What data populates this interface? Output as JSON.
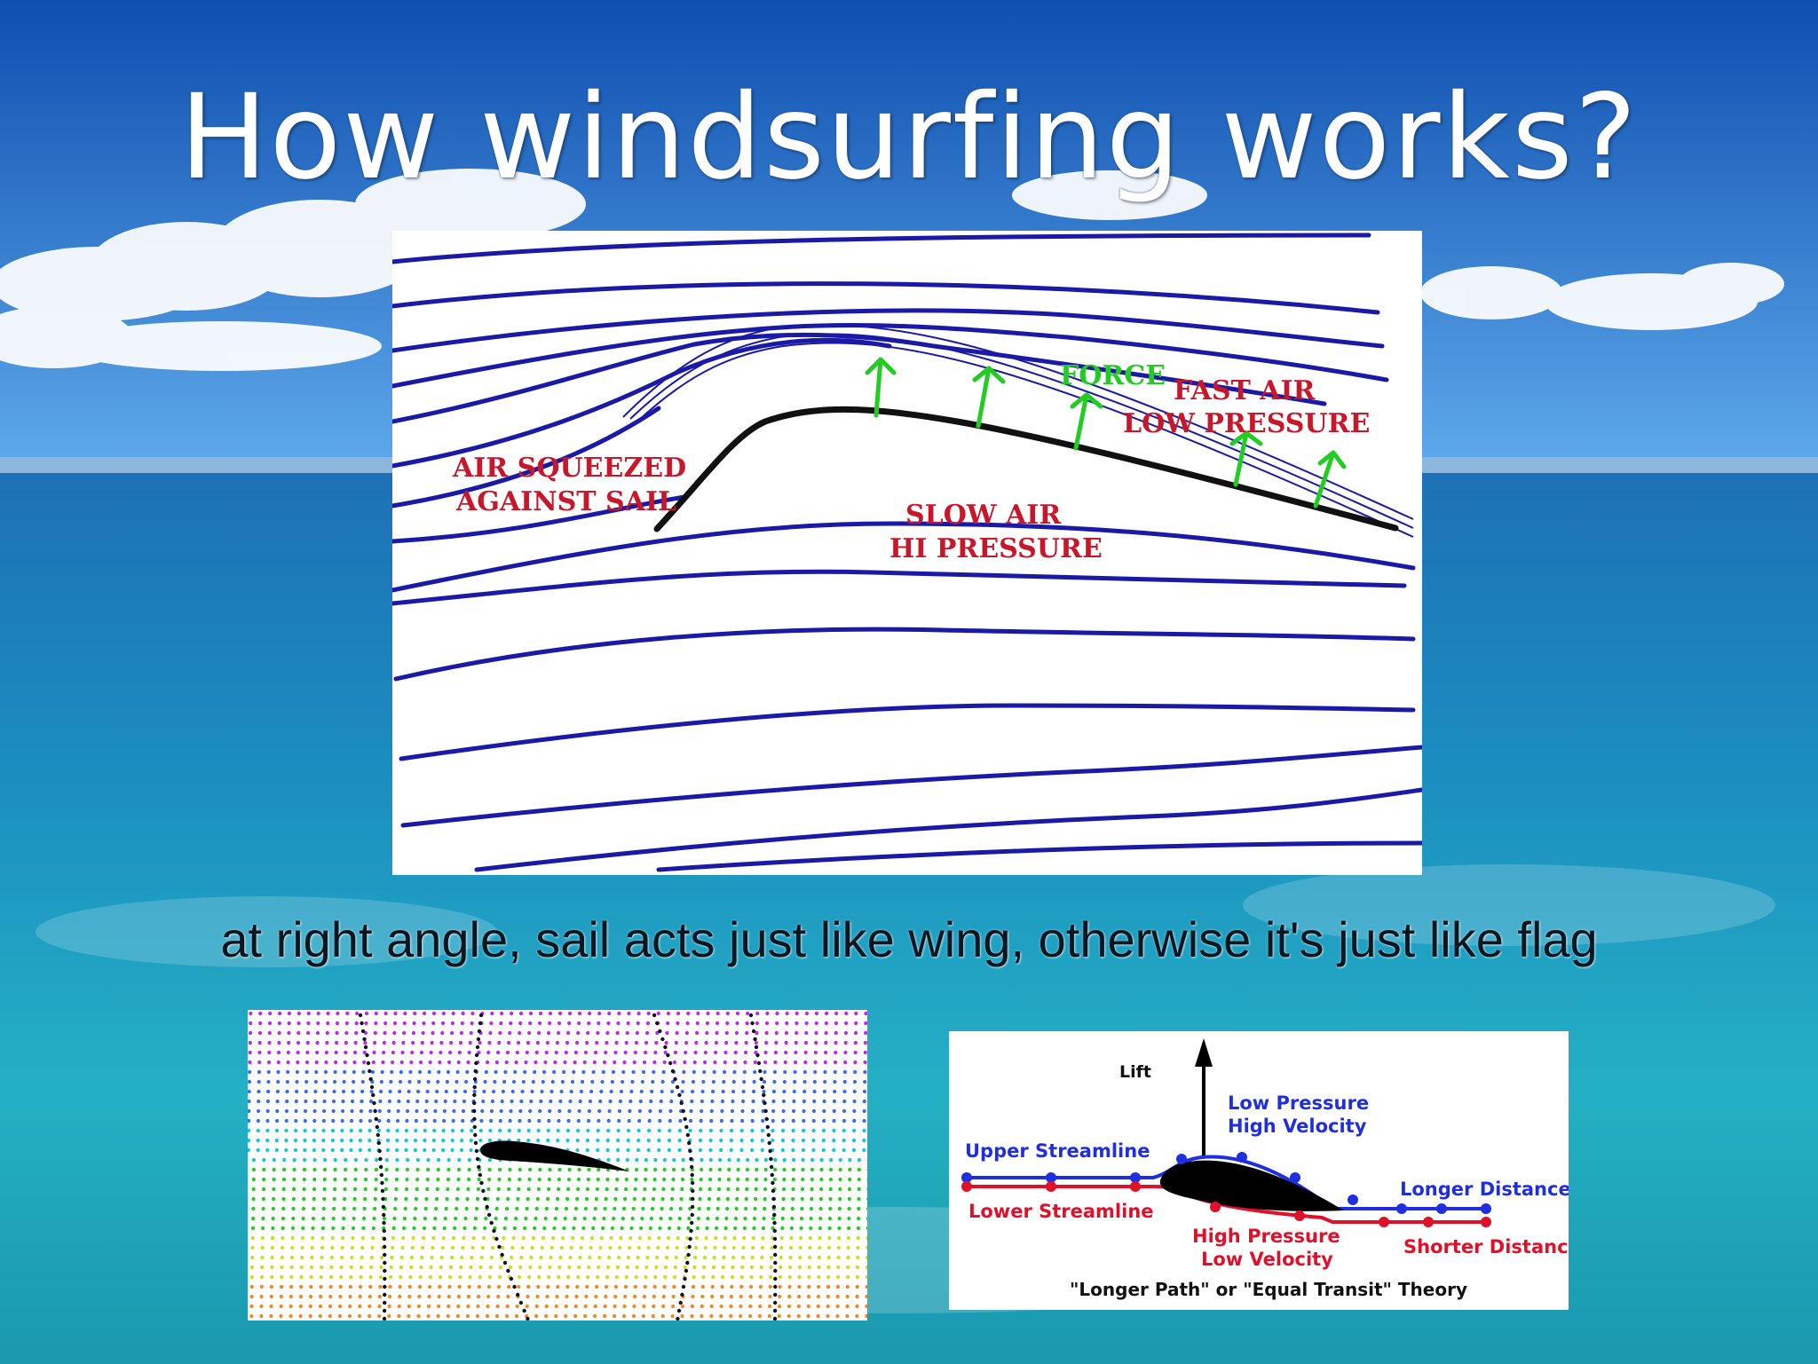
{
  "slide": {
    "title": "How windsurfing works?",
    "caption": "at right angle, sail acts just like wing, otherwise it's just like flag"
  },
  "main_diagram": {
    "label_squeezed_1": "AIR SQUEEZED",
    "label_squeezed_2": "AGAINST SAIL",
    "label_force": "FORCE",
    "label_fast_1": "FAST AIR",
    "label_fast_2": "LOW PRESSURE",
    "label_slow_1": "SLOW AIR",
    "label_slow_2": "HI PRESSURE"
  },
  "lift_diagram": {
    "lift": "Lift",
    "low_pressure": "Low Pressure",
    "high_velocity": "High Velocity",
    "upper_streamline": "Upper Streamline",
    "lower_streamline": "Lower Streamline",
    "longer_distance": "Longer Distance",
    "high_pressure": "High Pressure",
    "low_velocity": "Low Velocity",
    "shorter_distance": "Shorter Distance",
    "theory": "\"Longer Path\" or \"Equal Transit\" Theory"
  },
  "colors": {
    "streamline": "#1a1aa6",
    "sail": "#111111",
    "force_arrow": "#22cc22",
    "label_red": "#c8172b",
    "upper_line": "#1f2fe0",
    "lower_line": "#e0102a"
  }
}
